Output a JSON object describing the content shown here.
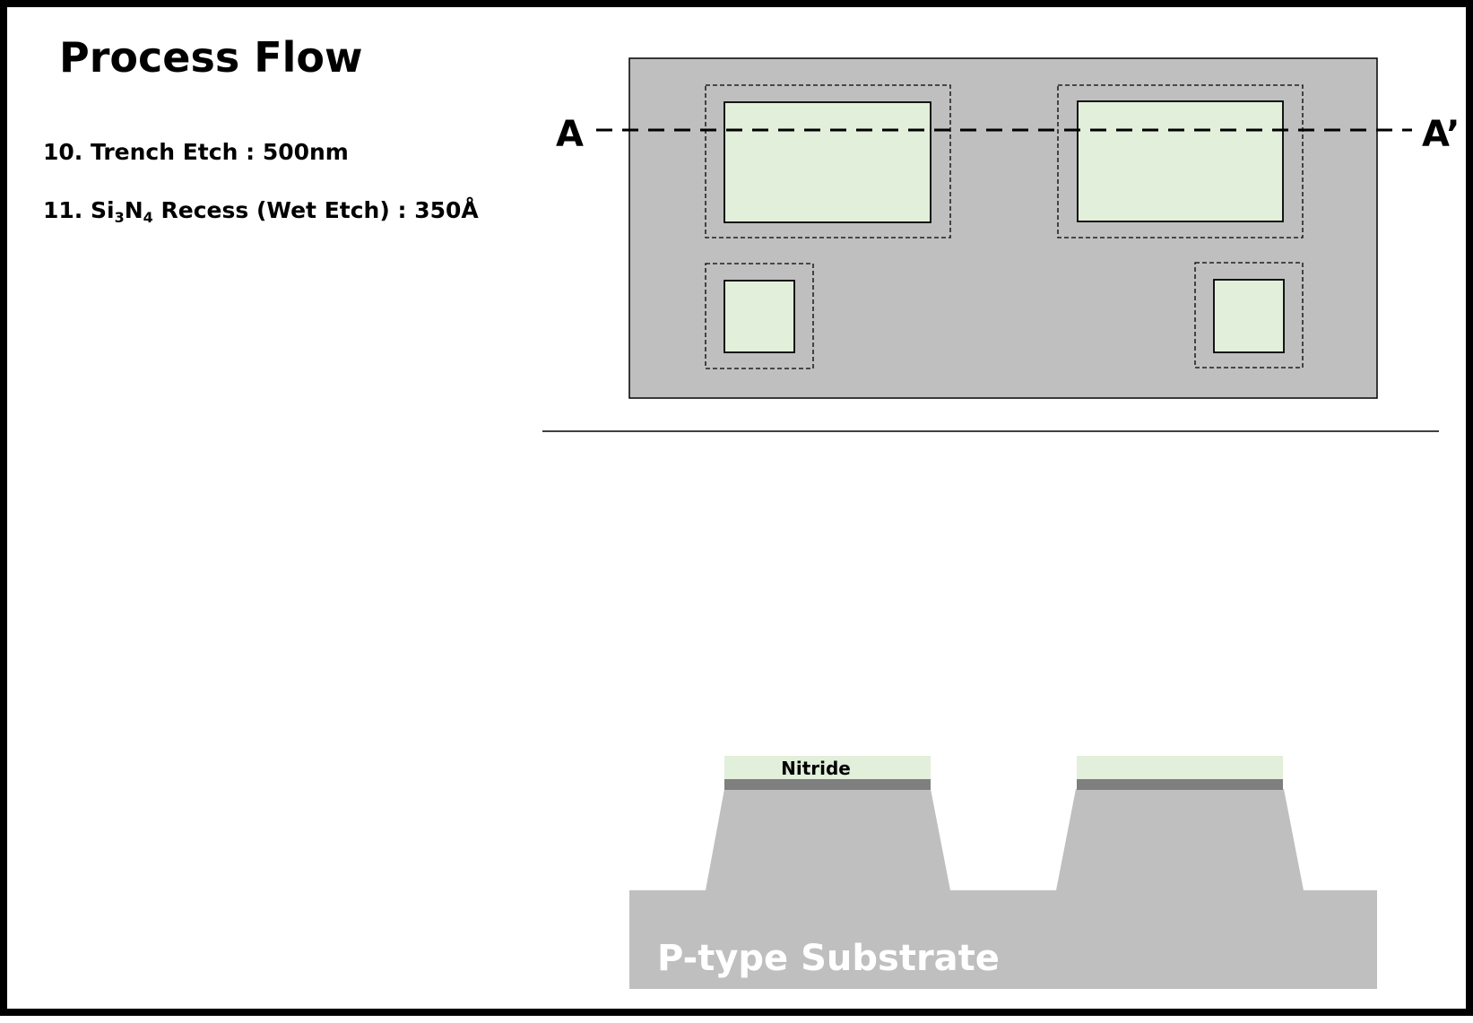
{
  "title": "Process Flow",
  "steps": [
    {
      "number": "10.",
      "name": "Trench Etch",
      "sep": ":",
      "value": "500nm"
    },
    {
      "number": "11.",
      "name_prefix": "Si",
      "sub1": "3",
      "name_mid": "N",
      "sub2": "4",
      "name_suffix": "Recess (Wet Etch)",
      "sep": ":",
      "value": "350Å"
    }
  ],
  "top_view": {
    "cut_line_start_label": "A",
    "cut_line_end_label": "A’",
    "colors": {
      "substrate": "#BFBFBF",
      "active": "#E2EFDA",
      "outline": "#000000"
    }
  },
  "cross_section": {
    "nitride_label": "Nitride",
    "substrate_label": "P-type Substrate",
    "colors": {
      "substrate": "#BFBFBF",
      "nitride": "#E2EFDA",
      "pad_oxide": "#7F7F7F",
      "substrate_text": "#FFFFFF"
    }
  }
}
